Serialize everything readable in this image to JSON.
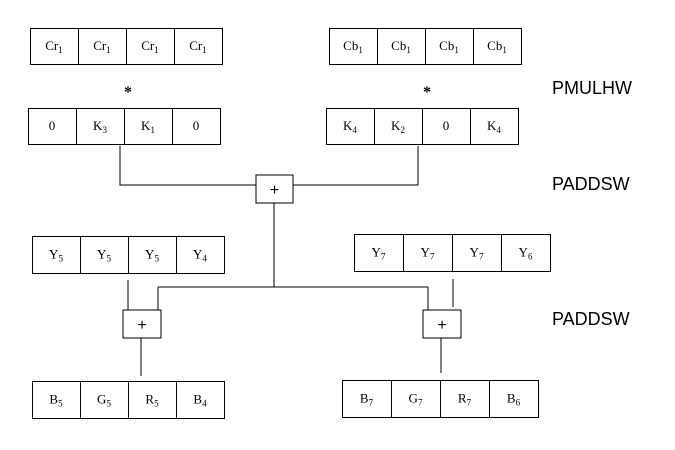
{
  "registers": {
    "cr": [
      {
        "base": "Cr",
        "sub": "1"
      },
      {
        "base": "Cr",
        "sub": "1"
      },
      {
        "base": "Cr",
        "sub": "1"
      },
      {
        "base": "Cr",
        "sub": "1"
      }
    ],
    "cb": [
      {
        "base": "Cb",
        "sub": "1"
      },
      {
        "base": "Cb",
        "sub": "1"
      },
      {
        "base": "Cb",
        "sub": "1"
      },
      {
        "base": "Cb",
        "sub": "1"
      }
    ],
    "k_left": [
      {
        "base": "0",
        "sub": ""
      },
      {
        "base": "K",
        "sub": "3"
      },
      {
        "base": "K",
        "sub": "1"
      },
      {
        "base": "0",
        "sub": ""
      }
    ],
    "k_right": [
      {
        "base": "K",
        "sub": "4"
      },
      {
        "base": "K",
        "sub": "2"
      },
      {
        "base": "0",
        "sub": ""
      },
      {
        "base": "K",
        "sub": "4"
      }
    ],
    "y_left": [
      {
        "base": "Y",
        "sub": "5"
      },
      {
        "base": "Y",
        "sub": "5"
      },
      {
        "base": "Y",
        "sub": "5"
      },
      {
        "base": "Y",
        "sub": "4"
      }
    ],
    "y_right": [
      {
        "base": "Y",
        "sub": "7"
      },
      {
        "base": "Y",
        "sub": "7"
      },
      {
        "base": "Y",
        "sub": "7"
      },
      {
        "base": "Y",
        "sub": "6"
      }
    ],
    "rgb_left": [
      {
        "base": "B",
        "sub": "5"
      },
      {
        "base": "G",
        "sub": "5"
      },
      {
        "base": "R",
        "sub": "5"
      },
      {
        "base": "B",
        "sub": "4"
      }
    ],
    "rgb_right": [
      {
        "base": "B",
        "sub": "7"
      },
      {
        "base": "G",
        "sub": "7"
      },
      {
        "base": "R",
        "sub": "7"
      },
      {
        "base": "B",
        "sub": "6"
      }
    ]
  },
  "operators": {
    "multiply": "*",
    "add": "+"
  },
  "instructions": {
    "pmulhw": "PMULHW",
    "paddsw_1": "PADDSW",
    "paddsw_2": "PADDSW"
  }
}
